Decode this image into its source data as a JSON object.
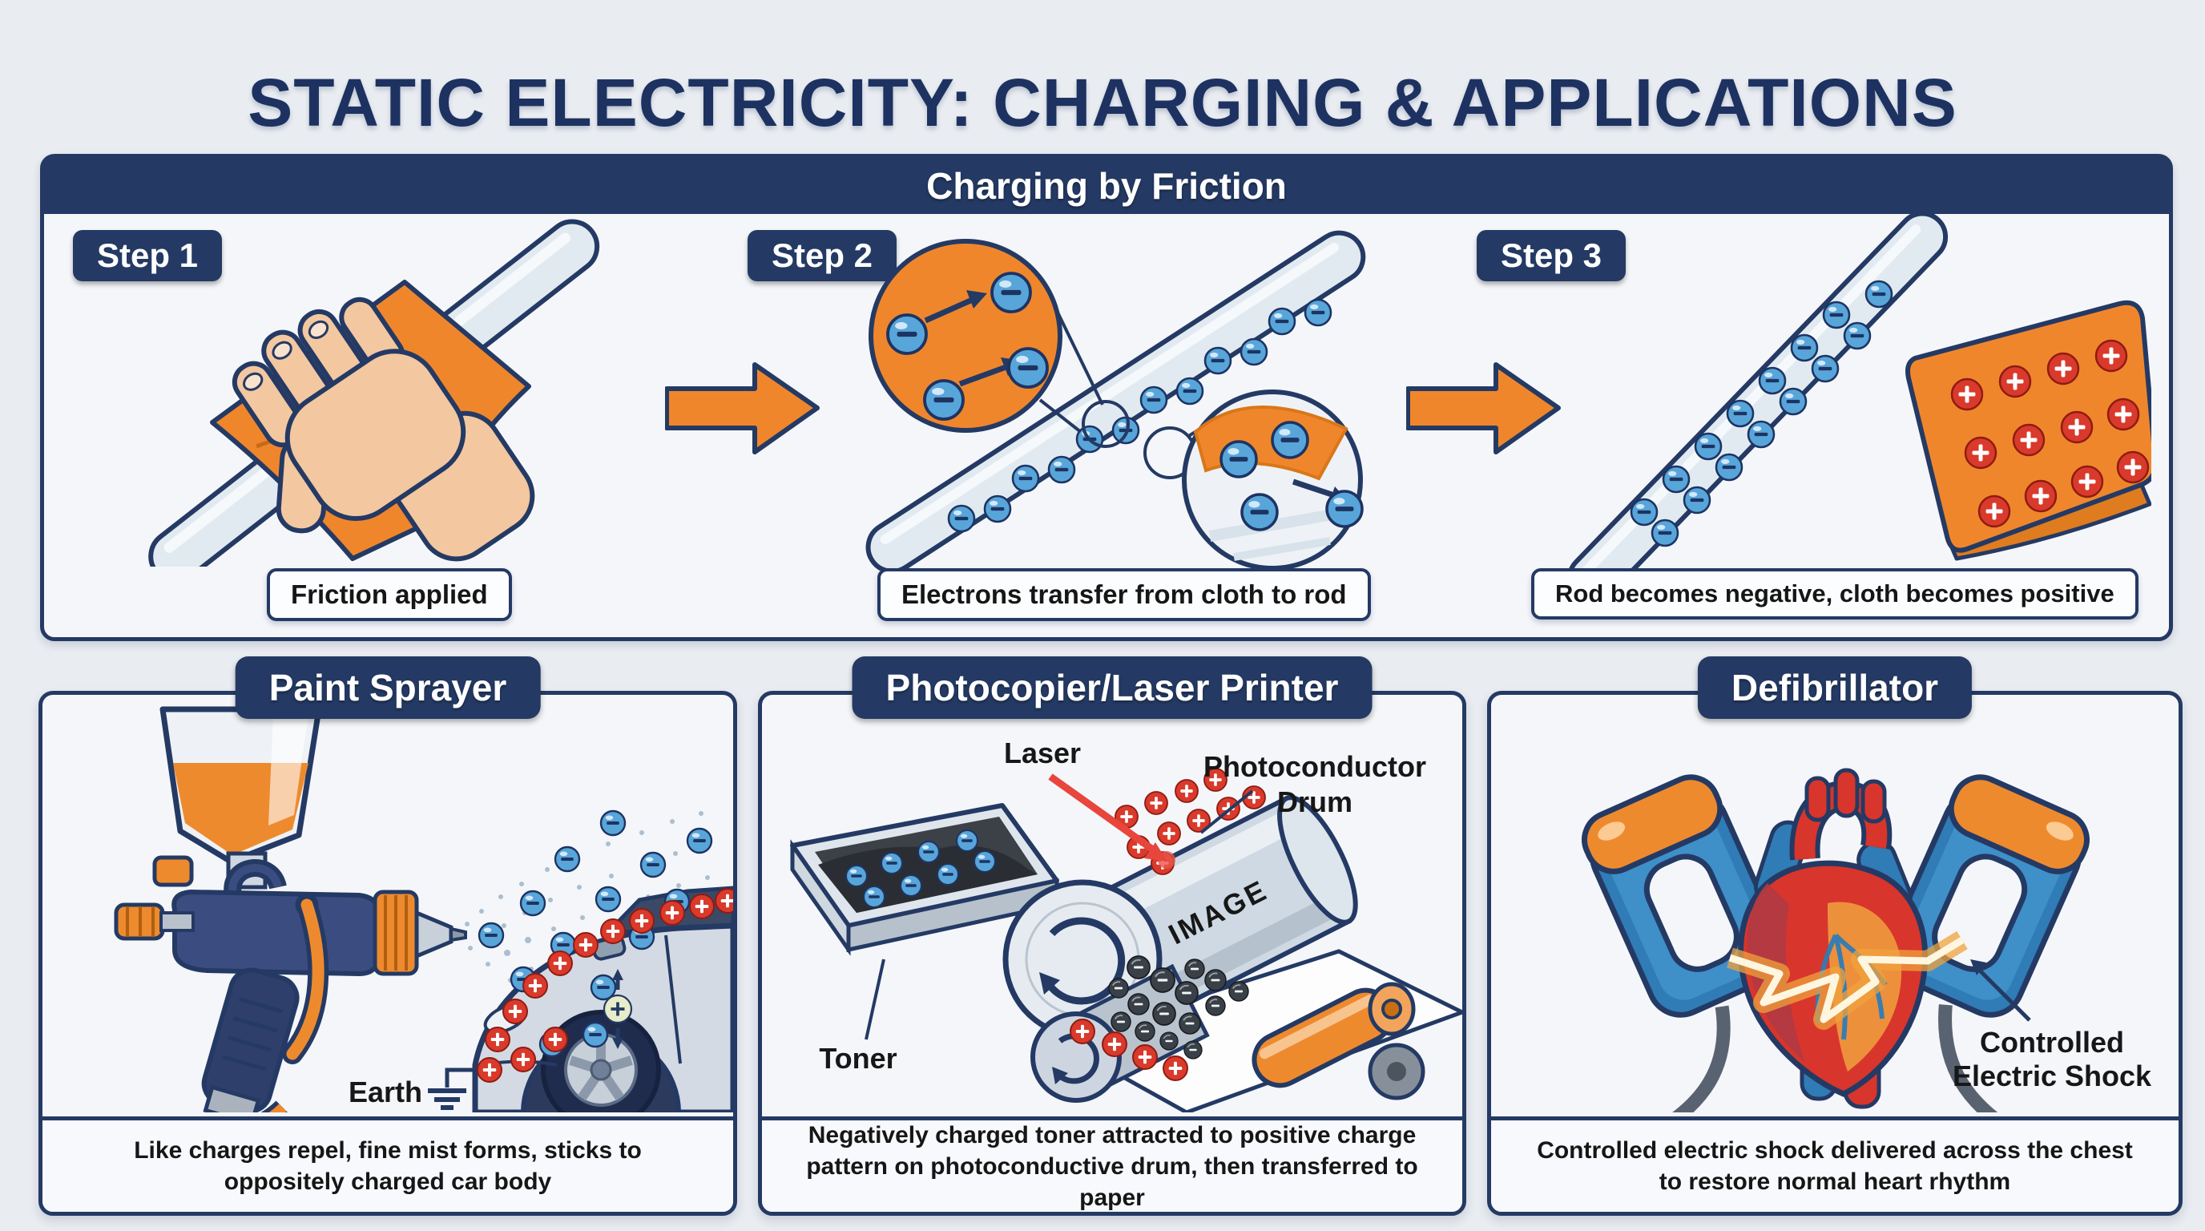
{
  "title": "STATIC ELECTRICITY: CHARGING & APPLICATIONS",
  "symbols": {
    "minus": "−",
    "plus": "+"
  },
  "colors": {
    "navy": "#243a64",
    "orange": "#f0862c",
    "electron_blue": "#58a5da",
    "plus_red": "#d93a2b",
    "canvas": "#e9ecf1",
    "panel_bg": "#f4f6fa"
  },
  "friction": {
    "header": "Charging by Friction",
    "steps": [
      {
        "badge": "Step 1",
        "caption": "Friction applied"
      },
      {
        "badge": "Step 2",
        "caption": "Electrons transfer from cloth to rod"
      },
      {
        "badge": "Step 3",
        "caption": "Rod becomes negative, cloth becomes positive"
      }
    ]
  },
  "panels": [
    {
      "title": "Paint Sprayer",
      "caption": "Like charges repel, fine mist forms, sticks to oppositely charged car body",
      "labels": {
        "earth": "Earth"
      }
    },
    {
      "title": "Photocopier/Laser Printer",
      "caption": "Negatively charged toner attracted to positive charge pattern on photoconductive drum, then transferred to paper",
      "labels": {
        "laser": "Laser",
        "drum_line1": "Photoconductor",
        "drum_line2": "Drum",
        "toner": "Toner",
        "drum_text": "IMAGE"
      }
    },
    {
      "title": "Defibrillator",
      "caption": "Controlled electric shock delivered across the chest to restore normal heart rhythm",
      "labels": {
        "shock_line1": "Controlled",
        "shock_line2": "Electric Shock"
      }
    }
  ]
}
